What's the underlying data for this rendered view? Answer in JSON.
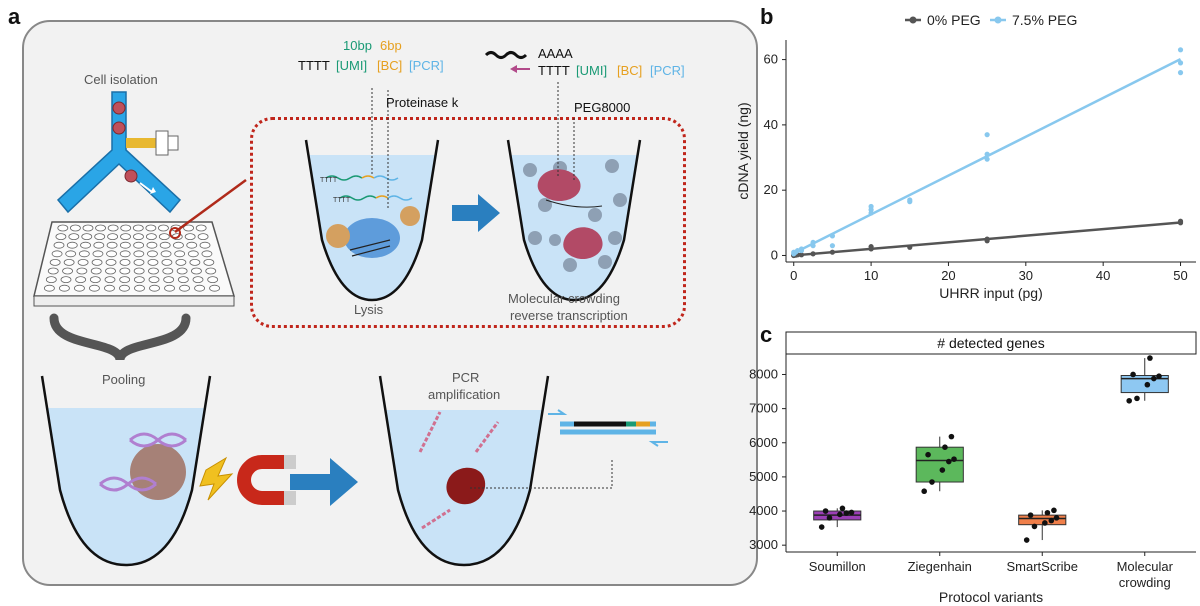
{
  "panels": {
    "a": "a",
    "b": "b",
    "c": "c"
  },
  "schematic": {
    "cell_isolation": "Cell isolation",
    "primer_top_10bp": "10bp",
    "primer_top_6bp": "6bp",
    "primer_tttt": "TTTT",
    "primer_umi": "[UMI]",
    "primer_bc": "[BC]",
    "primer_pcr": "[PCR]",
    "polya": "AAAA",
    "proteinase": "Proteinase k",
    "peg8000": "PEG8000",
    "lysis": "Lysis",
    "crowding_line1": "Molecular crowding",
    "crowding_line2": "reverse transcription",
    "pooling": "Pooling",
    "pcr_line1": "PCR",
    "pcr_line2": "amplification",
    "tttt_inline": "TTTT"
  },
  "colors": {
    "umi": "#1a9a75",
    "bc": "#e6a020",
    "pcr": "#5fb4e6",
    "peg0": "#555555",
    "peg75": "#88c8ee",
    "soumillon": "#9b3fb5",
    "ziegenhain": "#5cb85c",
    "smartscribe": "#f07f4a",
    "crowding": "#8ec8f2"
  },
  "chart_data": [
    {
      "type": "scatter",
      "xlabel": "UHRR input (pg)",
      "ylabel": "cDNA yield (ng)",
      "xlim": [
        -1,
        52
      ],
      "ylim": [
        -2,
        66
      ],
      "xticks": [
        "0",
        "10",
        "20",
        "30",
        "40",
        "50"
      ],
      "yticks": [
        "0",
        "20",
        "40",
        "60"
      ],
      "legend_position": "top",
      "series": [
        {
          "name": "0% PEG",
          "x": [
            0,
            0,
            0,
            0.25,
            0.5,
            1,
            2.5,
            5,
            10,
            10,
            15,
            25,
            25,
            50,
            50
          ],
          "y": [
            0,
            0,
            0.1,
            0.1,
            0.2,
            0.2,
            0.5,
            1,
            2,
            2.7,
            2.5,
            4.5,
            5,
            10,
            10.5
          ]
        },
        {
          "name": "7.5% PEG",
          "x": [
            0,
            0,
            0.25,
            0.5,
            1,
            1,
            2.5,
            2.5,
            5,
            5,
            10,
            10,
            10,
            15,
            15,
            25,
            25,
            25,
            50,
            50,
            50
          ],
          "y": [
            0.5,
            1,
            1,
            1.5,
            1.5,
            2,
            3,
            4,
            3,
            6,
            13,
            14,
            15,
            16.5,
            17,
            29.5,
            31,
            37,
            56,
            59,
            63
          ]
        }
      ]
    },
    {
      "type": "box",
      "title": "# detected genes",
      "xlabel": "Protocol variants",
      "ylim": [
        2800,
        8600
      ],
      "yticks": [
        "3000",
        "4000",
        "5000",
        "6000",
        "7000",
        "8000"
      ],
      "categories": [
        "Soumillon",
        "Ziegenhain",
        "SmartScribe",
        "Molecular crowding"
      ],
      "category_lines": [
        [
          "Soumillon"
        ],
        [
          "Ziegenhain"
        ],
        [
          "SmartScribe"
        ],
        [
          "Molecular",
          "crowding"
        ]
      ],
      "boxes": [
        {
          "q1": 3740,
          "median": 3880,
          "q3": 4000,
          "whisker_low": 3530,
          "whisker_high": 4080,
          "points": [
            3530,
            3800,
            3900,
            3940,
            3960,
            4000,
            4080
          ]
        },
        {
          "q1": 4850,
          "median": 5480,
          "q3": 5870,
          "whisker_low": 4580,
          "whisker_high": 6180,
          "points": [
            4580,
            4850,
            5200,
            5450,
            5520,
            5650,
            5870,
            6180
          ]
        },
        {
          "q1": 3600,
          "median": 3780,
          "q3": 3880,
          "whisker_low": 3150,
          "whisker_high": 4020,
          "points": [
            3150,
            3550,
            3650,
            3720,
            3800,
            3880,
            3950,
            4020
          ]
        },
        {
          "q1": 7470,
          "median": 7880,
          "q3": 7970,
          "whisker_low": 7230,
          "whisker_high": 8480,
          "points": [
            7230,
            7300,
            7700,
            7880,
            7950,
            8000,
            8480
          ]
        }
      ]
    }
  ]
}
